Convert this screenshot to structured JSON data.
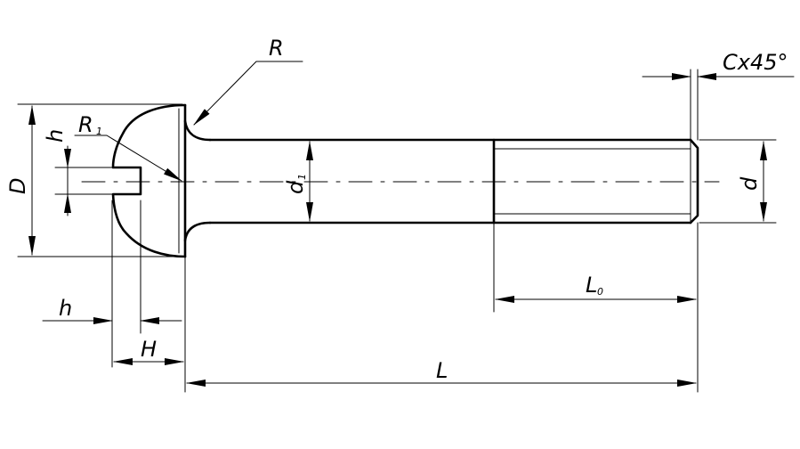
{
  "labels": {
    "R": "R",
    "R1": "R",
    "R1_sub": "1",
    "h_top": "h",
    "D": "D",
    "d1": "d",
    "d1_sub": "1",
    "d": "d",
    "chamfer": "Cx45°",
    "L0": "L",
    "L0_sub": "0",
    "h_bottom": "h",
    "H": "H",
    "L": "L"
  }
}
